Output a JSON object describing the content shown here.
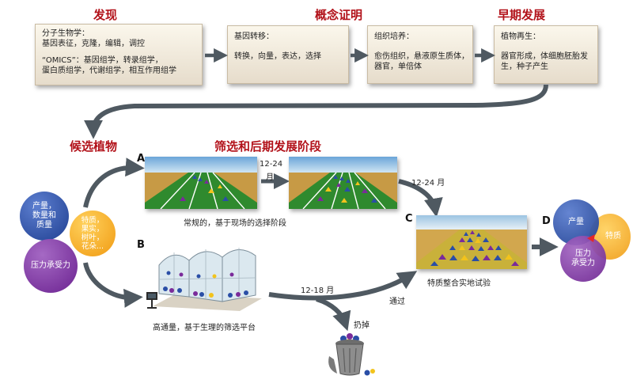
{
  "stages": {
    "discovery": "发现",
    "proof": "概念证明",
    "early": "早期发展",
    "candidate": "候选植物",
    "screening": "筛选和后期发展阶段"
  },
  "boxes": {
    "discovery": {
      "line1": "分子生物学：",
      "line2": "基因表征，克隆，编辑，调控",
      "line3": "“OMICS”：基因组学，转录组学，",
      "line4": "蛋白质组学，代谢组学，相互作用组学"
    },
    "transfer": {
      "line1": "基因转移：",
      "line2": "转换，向量，表达，选择"
    },
    "culture": {
      "line1": "组织培养：",
      "line2": "愈伤组织，悬液原生质体，",
      "line3": "器官，单倍体"
    },
    "regen": {
      "line1": "植物再生：",
      "line2": "器官形成，体细胞胚胎发",
      "line3": "生，种子产生"
    }
  },
  "candidate": {
    "yield": [
      "产量，",
      "数量和",
      "质量"
    ],
    "stress": "压力承受力",
    "traits": [
      "特质，",
      "果实，",
      "树叶，",
      "花朵..."
    ]
  },
  "paths": {
    "a_letter": "A",
    "a_time": [
      "12-24",
      "月"
    ],
    "a_caption": "常规的，基于现场的选择阶段",
    "a_to_c_time": "12-24 月",
    "b_letter": "B",
    "b_caption": "高通量，基于生理的筛选平台",
    "b_time": "12-18 月",
    "pass": "通过",
    "discard": "扔掉",
    "c_letter": "C",
    "c_caption": "特质整合实地试验",
    "d_letter": "D"
  },
  "final": {
    "yield": "产量",
    "traits": "特质",
    "stress": [
      "压力",
      "承受力"
    ]
  },
  "colors": {
    "title_red": "#b2121a",
    "arrow_gray": "#4f5961",
    "blue_circle": "#2a4ea6",
    "purple_circle": "#7a2b9a",
    "orange_circle": "#f2a51c",
    "field_green": "#2f8a2e",
    "soil": "#c79a45"
  }
}
